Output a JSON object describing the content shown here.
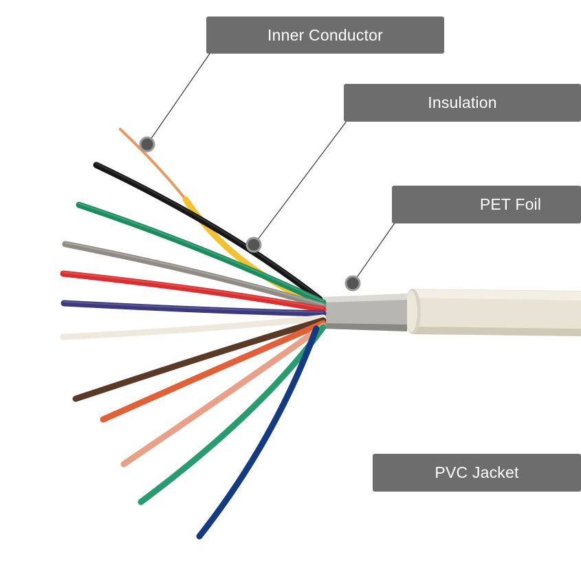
{
  "labels": {
    "inner_conductor": "Inner Conductor",
    "insulation": "Insulation",
    "pet_foil": "PET Foil",
    "pvc_jacket": "PVC Jacket"
  },
  "colors": {
    "label_background": "#6d6d6d",
    "label_text": "#ffffff",
    "jacket": "#e9e4d6",
    "copper": "#e0a070",
    "wires": [
      "#f2c233",
      "#161616",
      "#1f8a5e",
      "#8e8a84",
      "#d83030",
      "#3d3a7c",
      "#efe8dc",
      "#5a3a26",
      "#e0603a",
      "#e8a088",
      "#2a9a70",
      "#143a80"
    ]
  }
}
